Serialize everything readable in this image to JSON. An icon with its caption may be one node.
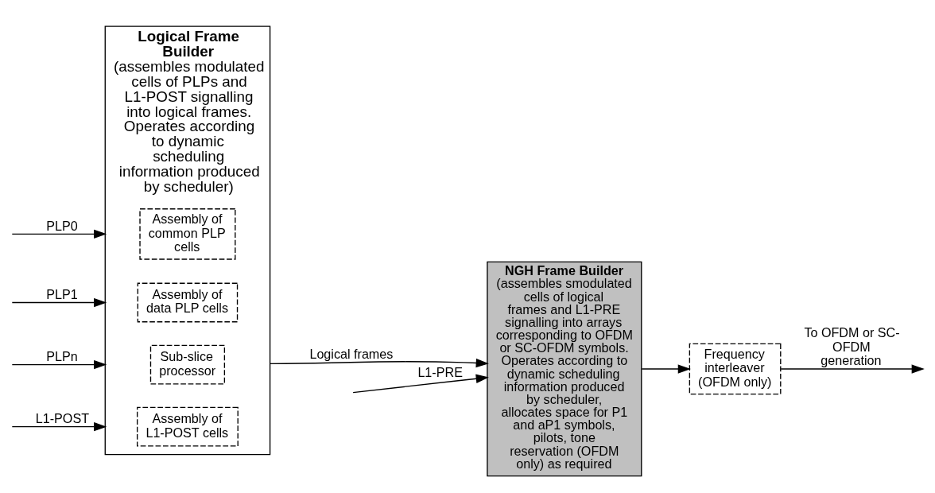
{
  "diagram": {
    "nodes": [
      {
        "text": [
          "Logical Frame Builder",
          "(assembles modulated cells of PLPs and L1-POST signalling into logical frames. Operates according to dynamic scheduling information produced by scheduler)"
        ]
      },
      {
        "text": [
          "Assembly of common PLP cells"
        ],
        "in": 0
      },
      {
        "text": [
          "Assembly of data PLP cells"
        ],
        "in": 0
      },
      {
        "text": [
          "Sub-slice processor"
        ],
        "in": 0
      },
      {
        "text": [
          "Assembly of L1-POST cells"
        ],
        "in": 0
      },
      {
        "text": [
          "NGH Frame Builder",
          "(assembles smodulated cells of logical frames and L1-PRE signalling into arrays corresponding to OFDM or SC-OFDM symbols. Operates according to dynamic scheduling information produced by scheduler, allocates space for P1 and aP1 symbols, pilots, tone reservation (OFDM only) as required"
        ]
      },
      {
        "text": [
          "Frequency interleaver (OFDM only)"
        ]
      }
    ],
    "edges": [
      {
        "from": null,
        "to": 0,
        "arrow": "to",
        "label": "PLP0"
      },
      {
        "from": null,
        "to": 0,
        "arrow": "to",
        "label": "PLP1"
      },
      {
        "from": null,
        "to": 0,
        "arrow": "to",
        "label": "PLPn"
      },
      {
        "from": null,
        "to": 0,
        "arrow": "to",
        "label": "L1-POST"
      },
      {
        "from": 0,
        "to": 5,
        "arrow": "to",
        "label": "Logical frames"
      },
      {
        "from": null,
        "to": 5,
        "arrow": "to",
        "label": "L1-PRE"
      },
      {
        "from": 5,
        "to": 6,
        "arrow": "to"
      },
      {
        "from": 6,
        "to": null,
        "arrow": "to",
        "label": "To OFDM or SC-OFDM generation"
      }
    ]
  }
}
